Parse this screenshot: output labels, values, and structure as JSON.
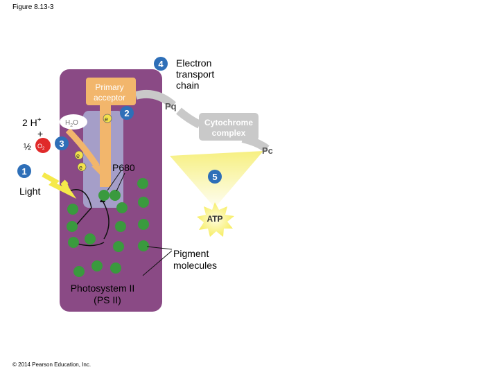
{
  "figure_label": "Figure 8.13-3",
  "copyright": "© 2014 Pearson Education, Inc.",
  "labels": {
    "step1": "1",
    "step2": "2",
    "step3": "3",
    "step4": "4",
    "step5": "5",
    "electron_transport_chain": [
      "Electron",
      "transport",
      "chain"
    ],
    "primary_acceptor": [
      "Primary",
      "acceptor"
    ],
    "pq": "Pq",
    "cytochrome_complex": [
      "Cytochrome",
      "complex"
    ],
    "pc": "Pc",
    "p680": "P680",
    "light": "Light",
    "atp": "ATP",
    "pigment_molecules": [
      "Pigment",
      "molecules"
    ],
    "photosystem": [
      "Photosystem II",
      "(PS II)"
    ],
    "two_h_plus": "2 H",
    "plus_sign": "+",
    "plus_superscript": "+",
    "half": "½",
    "o2": "O",
    "o2_sub": "2",
    "h2o": "H",
    "h2o_sub": "2",
    "h2o_o": "O",
    "electron": "e"
  },
  "colors": {
    "membrane": "#8a4a85",
    "reaction_center": "#a59ec8",
    "arrow_orange": "#f2b66c",
    "arrow_grey": "#c9c9c9",
    "pigment_green": "#3a9a3e",
    "light_yellow": "#f5e94a",
    "step_badge": "#2e6fb8",
    "water_red": "#e02a2a",
    "electron_yellow": "#f4e24b"
  }
}
